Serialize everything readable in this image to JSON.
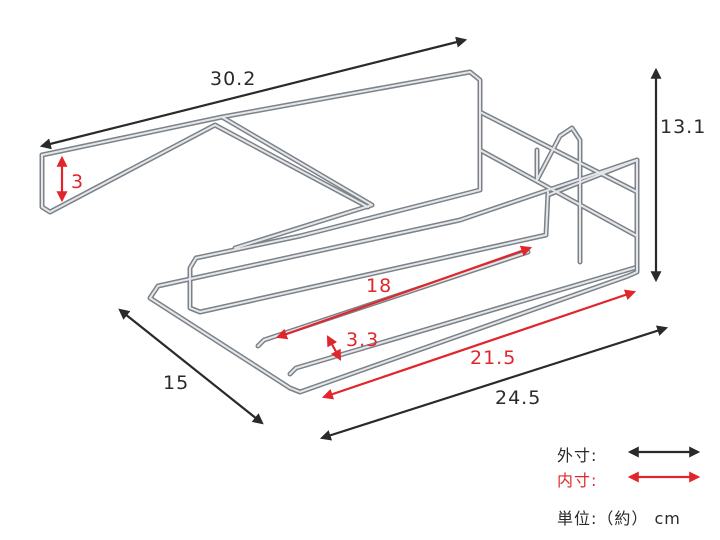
{
  "dimensions": {
    "width_top": "30.2",
    "height": "13.1",
    "lip": "3",
    "depth": "15",
    "width_bottom": "24.5",
    "inner_rod": "18",
    "inner_gap": "3.3",
    "inner_width": "21.5"
  },
  "legend": {
    "outer_label": "外寸:",
    "inner_label": "内寸:",
    "unit_label": "単位:（約） cm"
  },
  "colors": {
    "outer": "#2a2a2a",
    "inner": "#e0262b",
    "wire": "#9aa0a6"
  }
}
